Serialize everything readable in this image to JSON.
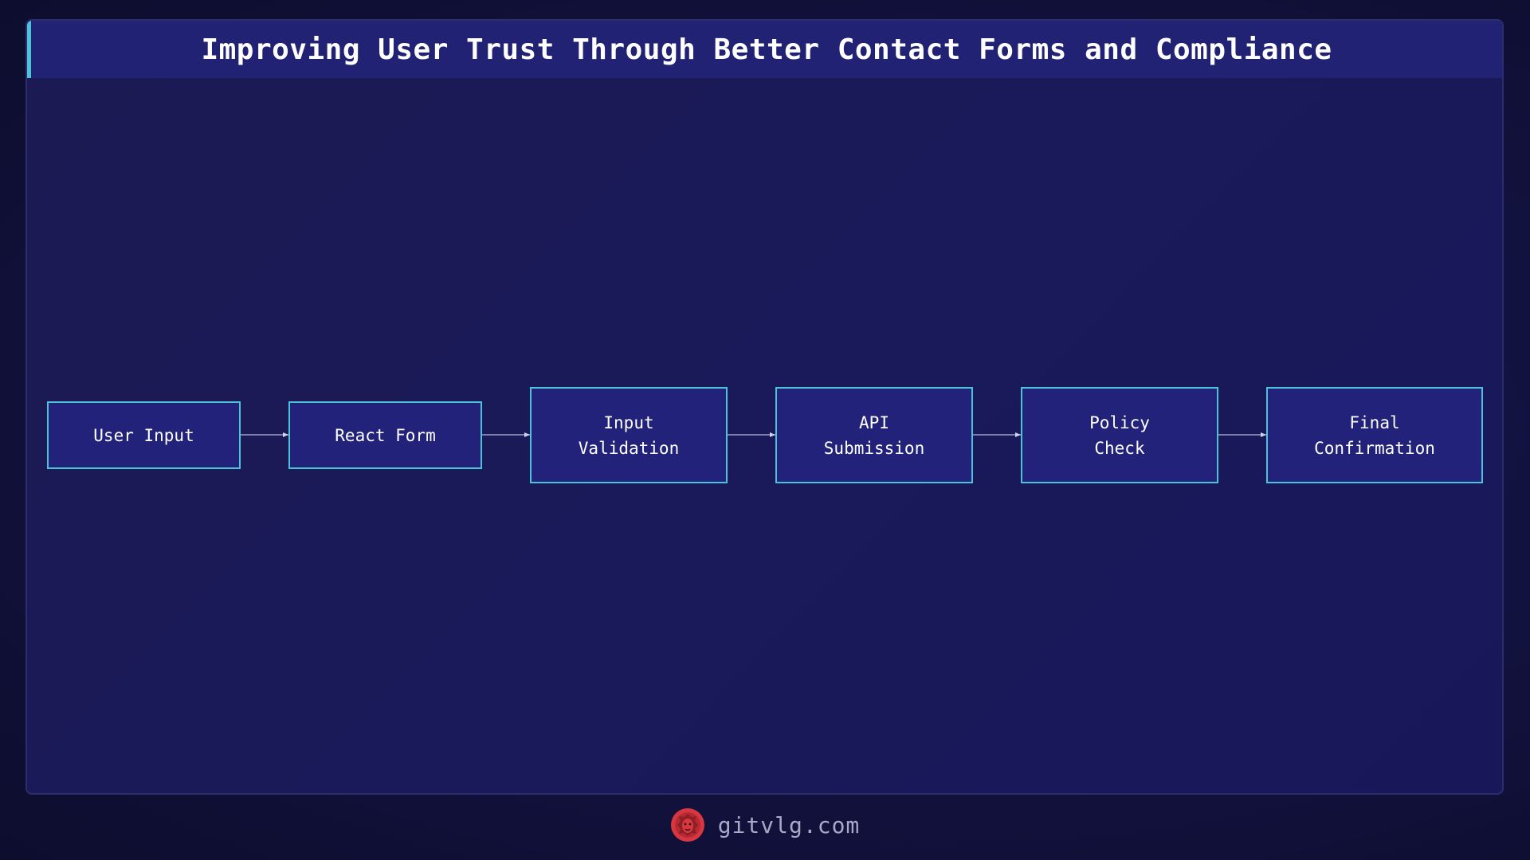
{
  "header": {
    "title": "Improving User Trust Through Better Contact Forms and Compliance"
  },
  "diagram": {
    "nodes": [
      {
        "label": "User Input"
      },
      {
        "label": "React Form"
      },
      {
        "label": "Input\nValidation"
      },
      {
        "label": "API\nSubmission"
      },
      {
        "label": "Policy\nCheck"
      },
      {
        "label": "Final\nConfirmation"
      }
    ],
    "edges": [
      {
        "from": "User Input",
        "to": "React Form"
      },
      {
        "from": "React Form",
        "to": "Input Validation"
      },
      {
        "from": "Input Validation",
        "to": "API Submission"
      },
      {
        "from": "API Submission",
        "to": "Policy Check"
      },
      {
        "from": "Policy Check",
        "to": "Final Confirmation"
      }
    ]
  },
  "footer": {
    "site": "gitvlg.com",
    "logo_icon": "lion-head-icon"
  },
  "colors": {
    "background": "#12123f",
    "panel": "#1c1a52",
    "title_bar": "#222275",
    "accent": "#4cc3d9",
    "node_fill": "#22227a",
    "logo": "#d9373f"
  }
}
